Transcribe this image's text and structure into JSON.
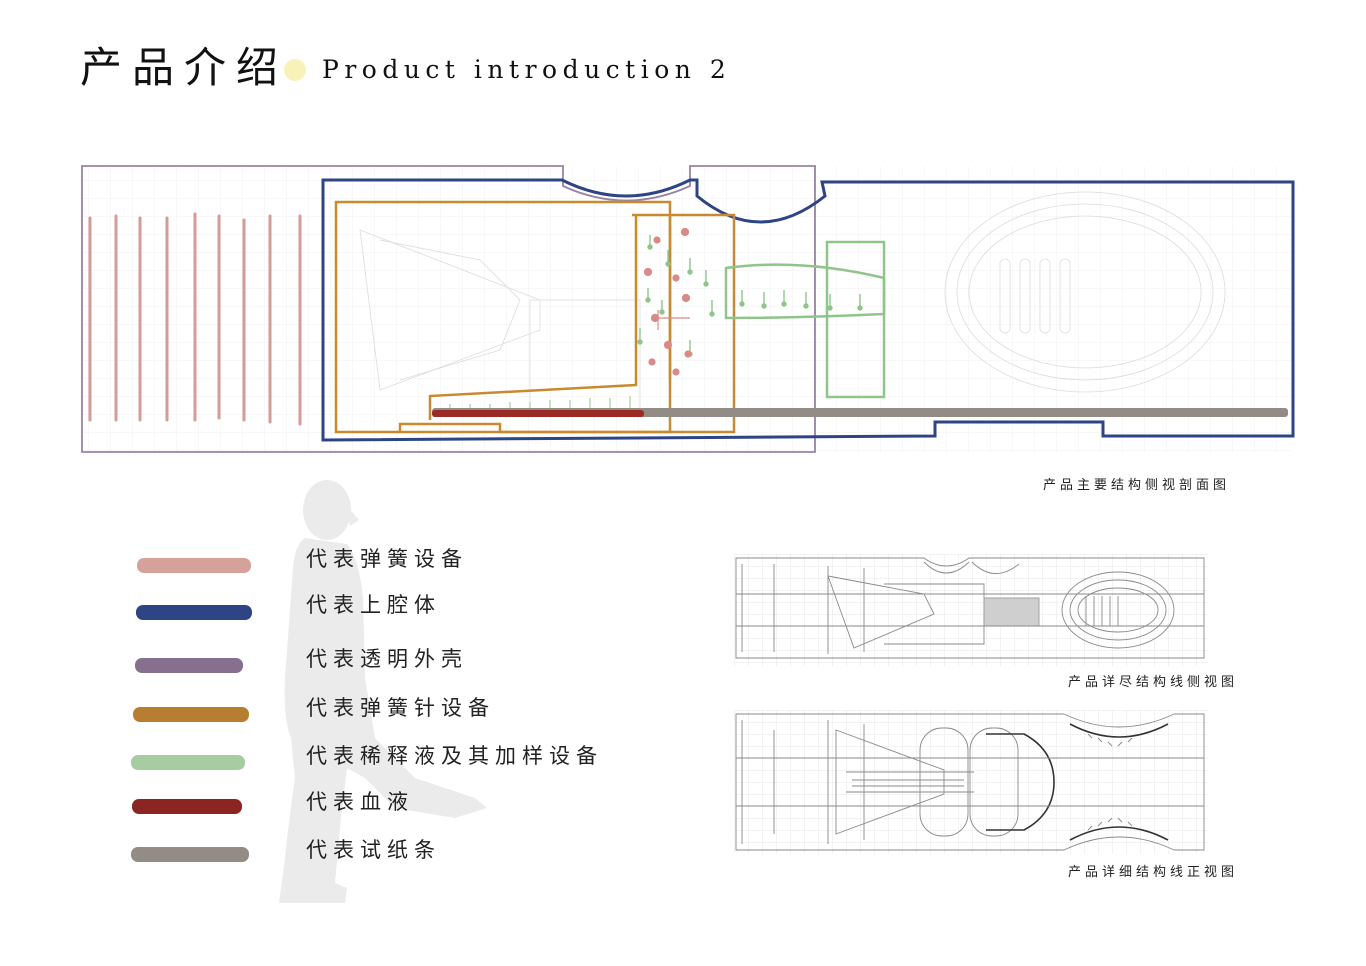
{
  "header": {
    "title_zh": "产品介绍",
    "title_en": "Product introduction 2",
    "dot_color": "#f9f2b8"
  },
  "captions": {
    "side_section": "产品主要结构侧视剖面图",
    "detail_side": "产品详尽结构线侧视图",
    "detail_front": "产品详细结构线正视图"
  },
  "legend": [
    {
      "label": "代表弹簧设备",
      "color": "#d4a19b"
    },
    {
      "label": "代表上腔体",
      "color": "#2d4485"
    },
    {
      "label": "代表透明外壳",
      "color": "#86708e"
    },
    {
      "label": "代表弹簧针设备",
      "color": "#b77e31"
    },
    {
      "label": "代表稀释液及其加样设备",
      "color": "#a8cca2"
    },
    {
      "label": "代表血液",
      "color": "#8b2522"
    },
    {
      "label": "代表试纸条",
      "color": "#938c86"
    }
  ],
  "colors": {
    "spring": "#d49b97",
    "upper_cavity": "#2d4485",
    "shell": "#9a82a6",
    "pin": "#c9892f",
    "diluent": "#8fc48a",
    "blood": "#9c2a24",
    "strip": "#938c86",
    "silhouette": "#ebebeb",
    "wire": "#bdbdbd"
  }
}
